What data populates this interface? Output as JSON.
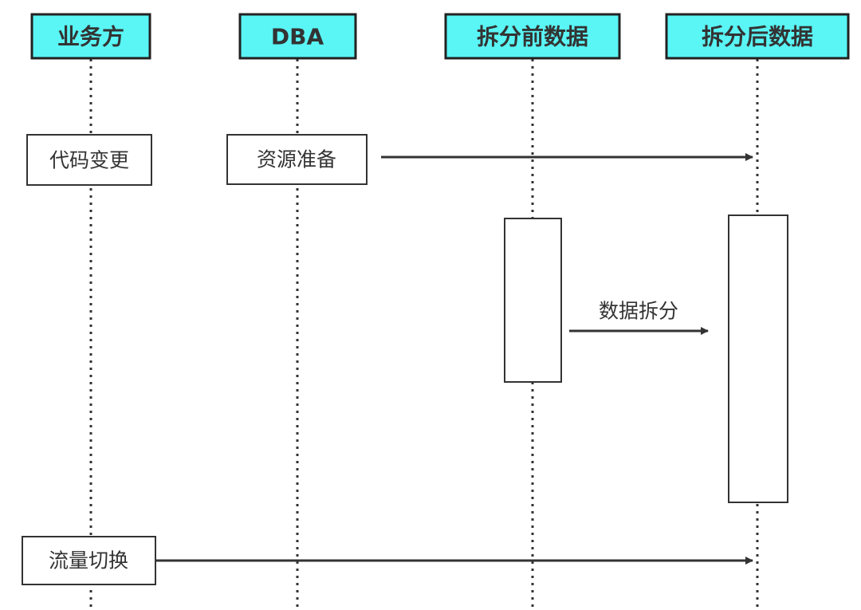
{
  "diagram": {
    "colors": {
      "actor_fill": "#5af5f5",
      "stroke": "#333333",
      "box_fill": "#ffffff",
      "text": "#333333"
    },
    "actors": [
      {
        "label": "业务方"
      },
      {
        "label": "DBA"
      },
      {
        "label": "拆分前数据"
      },
      {
        "label": "拆分后数据"
      }
    ],
    "steps": {
      "code_change": "代码变更",
      "resource_prep": "资源准备",
      "traffic_switch": "流量切换"
    },
    "messages": {
      "data_split": "数据拆分"
    }
  }
}
